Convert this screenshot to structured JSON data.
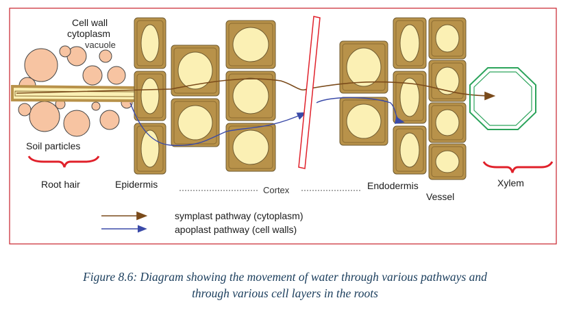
{
  "labels": {
    "cell_wall": "Cell wall",
    "cytoplasm": "cytoplasm",
    "vacuole": "vacuole",
    "soil_particles": "Soil particles",
    "root_hair": "Root hair",
    "epidermis": "Epidermis",
    "cortex": "Cortex",
    "endodermis": "Endodermis",
    "vessel": "Vessel",
    "xylem": "Xylem"
  },
  "legend": {
    "symplast": "symplast pathway (cytoplasm)",
    "apoplast": "apoplast pathway (cell walls)"
  },
  "caption": {
    "line1": "Figure 8.6: Diagram showing the movement of water through various pathways and",
    "line2": "through various cell layers in the roots"
  },
  "colors": {
    "frame": "#c8202a",
    "cell_wall": "#b8924a",
    "cytoplasm_fill": "#fbf0b4",
    "soil_particle": "#f7c4a2",
    "symplast_arrow": "#7a4a1a",
    "apoplast_arrow": "#3a4aa8",
    "xylem_ring": "#2aa35a",
    "bracket": "#e0202a"
  }
}
